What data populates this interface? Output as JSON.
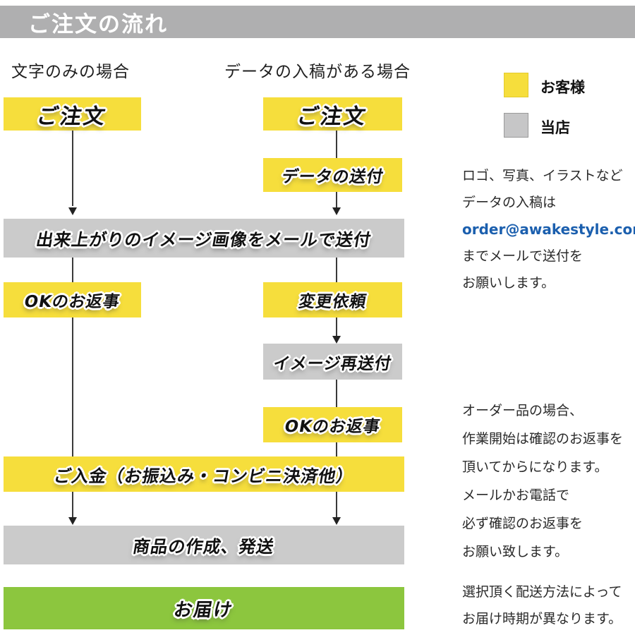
{
  "header": {
    "title": "ご注文の流れ"
  },
  "columns": [
    {
      "label": "文字のみの場合"
    },
    {
      "label": "データの入稿がある場合"
    }
  ],
  "boxes": {
    "left_order": {
      "label": "ご注文",
      "actor": "customer"
    },
    "right_order": {
      "label": "ご注文",
      "actor": "customer"
    },
    "data_send": {
      "label": "データの送付",
      "actor": "customer"
    },
    "image_mail": {
      "label": "出来上がりのイメージ画像をメールで送付",
      "actor": "shop"
    },
    "left_ok": {
      "label": "OKのお返事",
      "actor": "customer"
    },
    "change_request": {
      "label": "変更依頼",
      "actor": "customer"
    },
    "image_resend": {
      "label": "イメージ再送付",
      "actor": "shop"
    },
    "right_ok": {
      "label": "OKのお返事",
      "actor": "customer"
    },
    "payment": {
      "label": "ご入金（お振込み・コンビニ決済他）",
      "actor": "customer"
    },
    "production": {
      "label": "商品の作成、発送",
      "actor": "shop"
    },
    "delivery": {
      "label": "お届け",
      "actor": "delivery"
    }
  },
  "legend": {
    "customer_label": "お客様",
    "shop_label": "当店"
  },
  "notes": {
    "submission": {
      "line1": "ロゴ、写真、イラストなど",
      "line2": "データの入稿は",
      "email": "order@awakestyle.com",
      "line3": "までメールで送付を",
      "line4": "お願いします。"
    },
    "confirmation": {
      "lines": [
        "オーダー品の場合、",
        "作業開始は確認のお返事を",
        "頂いてからになります。",
        "メールかお電話で",
        "必ず確認のお返事を",
        "お願い致します。"
      ]
    },
    "delivery_note": {
      "lines": [
        "選択頂く配送方法によって",
        "お届け時期が異なります。"
      ]
    }
  },
  "colors": {
    "header_gray": "#afafb0",
    "customer_yellow": "#f6de3c",
    "shop_gray": "#cbcbcb",
    "delivery_green": "#8cc63e",
    "email_blue": "#1b5fae",
    "connector_black": "#3a3a3a"
  }
}
